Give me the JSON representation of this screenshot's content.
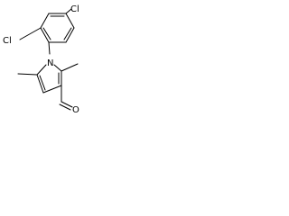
{
  "molecule": {
    "atoms": {
      "chlorine_top": "Cl",
      "chlorine_left": "Cl",
      "nitrogen": "N",
      "oxygen": "O"
    }
  }
}
